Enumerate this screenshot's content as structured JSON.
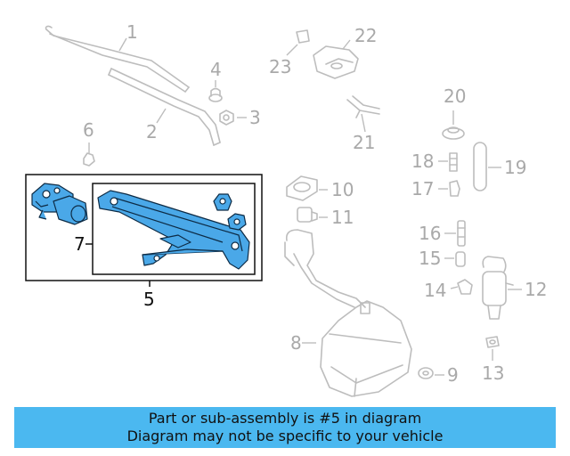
{
  "callouts": {
    "c1": "1",
    "c2": "2",
    "c3": "3",
    "c4": "4",
    "c5": "5",
    "c6": "6",
    "c7": "7",
    "c8": "8",
    "c9": "9",
    "c10": "10",
    "c11": "11",
    "c12": "12",
    "c13": "13",
    "c14": "14",
    "c15": "15",
    "c16": "16",
    "c17": "17",
    "c18": "18",
    "c19": "19",
    "c20": "20",
    "c21": "21",
    "c22": "22",
    "c23": "23"
  },
  "colors": {
    "highlight_part": "#4aa8e8",
    "outline_dark": "#111111",
    "ghost_part": "#b8b8b8",
    "banner_bg": "#4bb8f0"
  },
  "banner": {
    "line1": "Part or sub-assembly is #5 in diagram",
    "line2": "Diagram may not be specific to your vehicle"
  }
}
